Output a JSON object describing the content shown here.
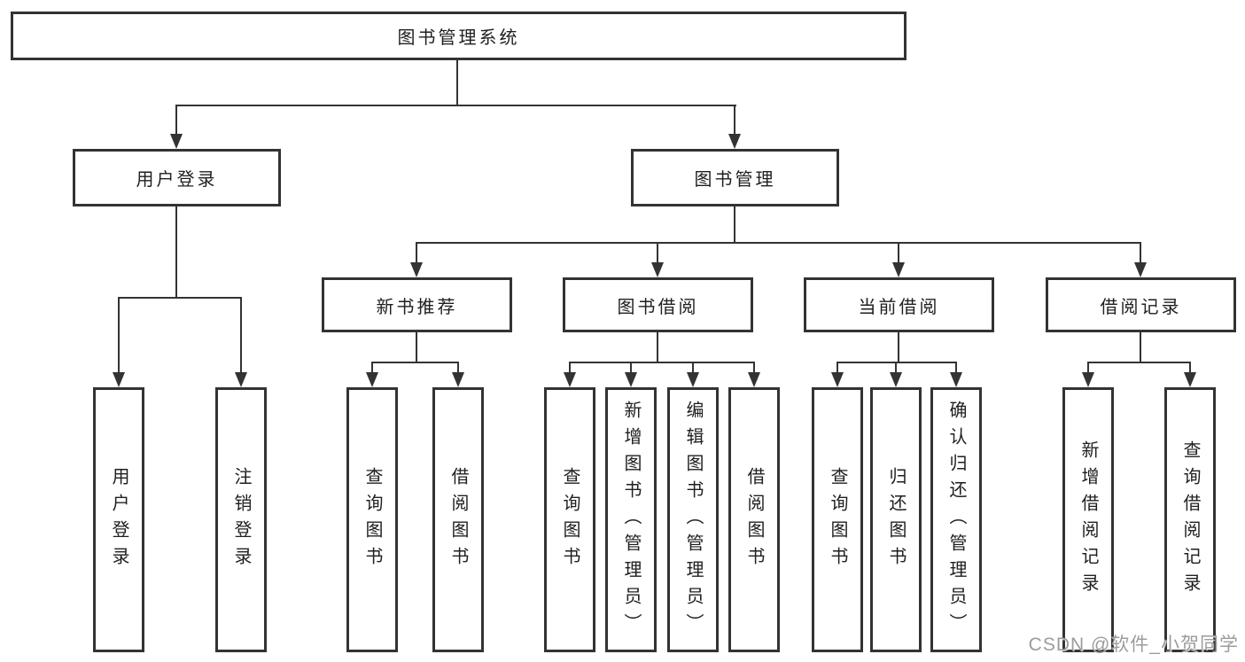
{
  "colors": {
    "border": "#333333",
    "line": "#333333",
    "text": "#1f1f1f",
    "background": "#ffffff",
    "watermark": "#9c9c9c"
  },
  "watermark": {
    "text": "CSDN @软件_小贺同学"
  },
  "tree": {
    "root": {
      "label": "图书管理系统"
    },
    "level2": [
      {
        "label": "用户登录"
      },
      {
        "label": "图书管理"
      }
    ],
    "level3": [
      {
        "label": "新书推荐"
      },
      {
        "label": "图书借阅"
      },
      {
        "label": "当前借阅"
      },
      {
        "label": "借阅记录"
      }
    ],
    "leaves": {
      "user_login": [
        "用户登录",
        "注销登录"
      ],
      "new_books": [
        "查询图书",
        "借阅图书"
      ],
      "book_borrow": [
        "查询图书",
        "新增图书（管理员）",
        "编辑图书（管理员）",
        "借阅图书"
      ],
      "current_borrow": [
        "查询图书",
        "归还图书",
        "确认归还（管理员）"
      ],
      "borrow_records": [
        "新增借阅记录",
        "查询借阅记录"
      ]
    }
  }
}
